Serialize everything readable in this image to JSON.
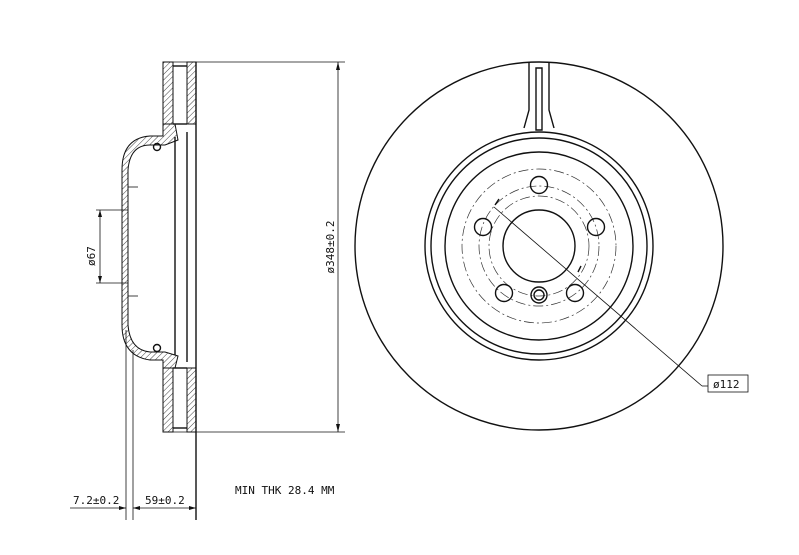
{
  "labels": {
    "outer_diameter": "ø348±0.2",
    "center_bore": "ø67",
    "bolt_circle": "ø112",
    "offset_left": "7.2±0.2",
    "height": "59±0.2",
    "min_thickness": "MIN THK 28.4 MM"
  },
  "colors": {
    "line": "#111111",
    "background": "#ffffff"
  }
}
